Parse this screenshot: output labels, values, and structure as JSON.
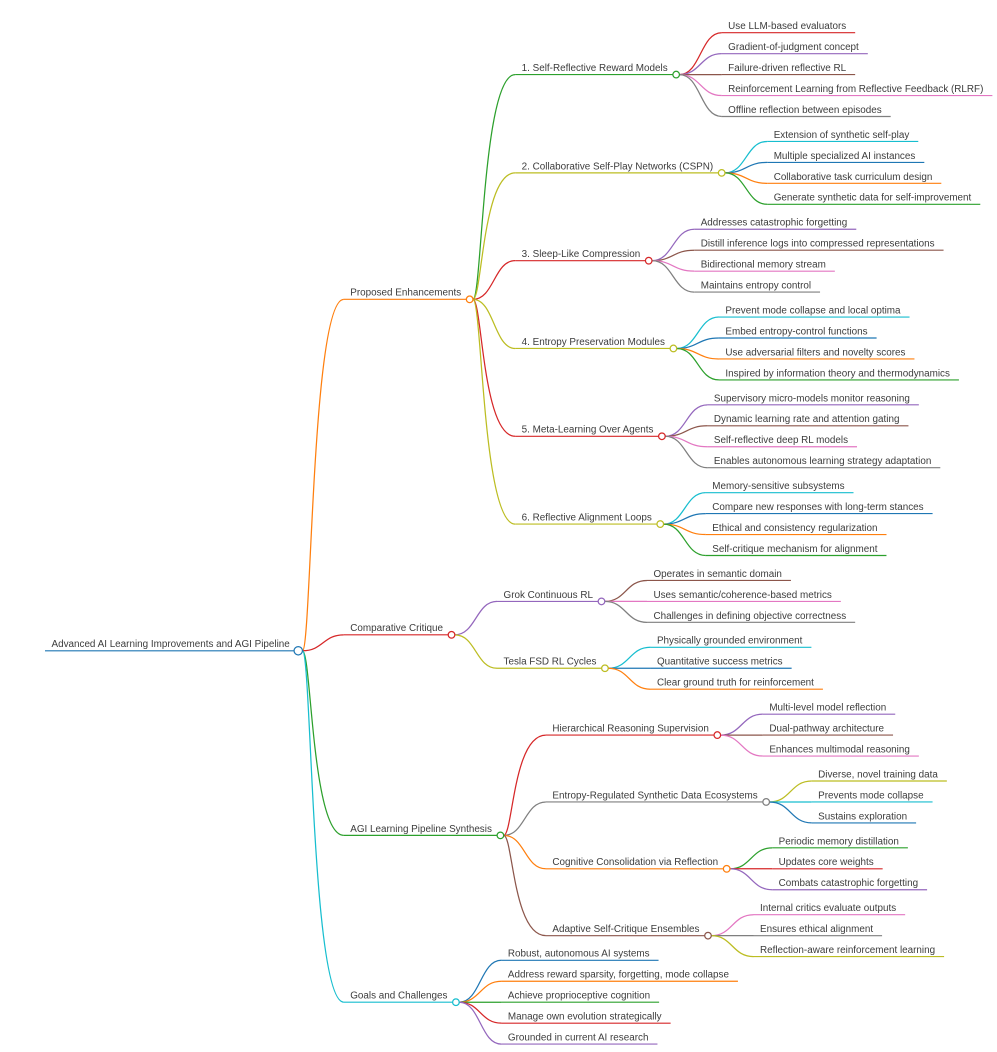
{
  "diagram": {
    "type": "mindmap",
    "background": "#ffffff",
    "text_color": "#3c3c3c",
    "tree": {
      "label": "Advanced AI Learning Improvements and AGI Pipeline",
      "color": "#1f77b4",
      "children": [
        {
          "label": "Proposed Enhancements",
          "color": "#ff7f0e",
          "children": [
            {
              "label": "1. Self-Reflective Reward Models",
              "color": "#2ca02c",
              "children": [
                {
                  "label": "Use LLM-based evaluators",
                  "color": "#d62728"
                },
                {
                  "label": "Gradient-of-judgment concept",
                  "color": "#9467bd"
                },
                {
                  "label": "Failure-driven reflective RL",
                  "color": "#8c564b"
                },
                {
                  "label": "Reinforcement Learning from Reflective Feedback (RLRF)",
                  "color": "#e377c2"
                },
                {
                  "label": "Offline reflection between episodes",
                  "color": "#7f7f7f"
                }
              ]
            },
            {
              "label": "2. Collaborative Self-Play Networks (CSPN)",
              "color": "#bcbd22",
              "children": [
                {
                  "label": "Extension of synthetic self-play",
                  "color": "#17becf"
                },
                {
                  "label": "Multiple specialized AI instances",
                  "color": "#1f77b4"
                },
                {
                  "label": "Collaborative task curriculum design",
                  "color": "#ff7f0e"
                },
                {
                  "label": "Generate synthetic data for self-improvement",
                  "color": "#2ca02c"
                }
              ]
            },
            {
              "label": "3. Sleep-Like Compression",
              "color": "#d62728",
              "children": [
                {
                  "label": "Addresses catastrophic forgetting",
                  "color": "#9467bd"
                },
                {
                  "label": "Distill inference logs into compressed representations",
                  "color": "#8c564b"
                },
                {
                  "label": "Bidirectional memory stream",
                  "color": "#e377c2"
                },
                {
                  "label": "Maintains entropy control",
                  "color": "#7f7f7f"
                }
              ]
            },
            {
              "label": "4. Entropy Preservation Modules",
              "color": "#bcbd22",
              "children": [
                {
                  "label": "Prevent mode collapse and local optima",
                  "color": "#17becf"
                },
                {
                  "label": "Embed entropy-control functions",
                  "color": "#1f77b4"
                },
                {
                  "label": "Use adversarial filters and novelty scores",
                  "color": "#ff7f0e"
                },
                {
                  "label": "Inspired by information theory and thermodynamics",
                  "color": "#2ca02c"
                }
              ]
            },
            {
              "label": "5. Meta-Learning Over Agents",
              "color": "#d62728",
              "children": [
                {
                  "label": "Supervisory micro-models monitor reasoning",
                  "color": "#9467bd"
                },
                {
                  "label": "Dynamic learning rate and attention gating",
                  "color": "#8c564b"
                },
                {
                  "label": "Self-reflective deep RL models",
                  "color": "#e377c2"
                },
                {
                  "label": "Enables autonomous learning strategy adaptation",
                  "color": "#7f7f7f"
                }
              ]
            },
            {
              "label": "6. Reflective Alignment Loops",
              "color": "#bcbd22",
              "children": [
                {
                  "label": "Memory-sensitive subsystems",
                  "color": "#17becf"
                },
                {
                  "label": "Compare new responses with long-term stances",
                  "color": "#1f77b4"
                },
                {
                  "label": "Ethical and consistency regularization",
                  "color": "#ff7f0e"
                },
                {
                  "label": "Self-critique mechanism for alignment",
                  "color": "#2ca02c"
                }
              ]
            }
          ]
        },
        {
          "label": "Comparative Critique",
          "color": "#d62728",
          "children": [
            {
              "label": "Grok Continuous RL",
              "color": "#9467bd",
              "children": [
                {
                  "label": "Operates in semantic domain",
                  "color": "#8c564b"
                },
                {
                  "label": "Uses semantic/coherence-based metrics",
                  "color": "#e377c2"
                },
                {
                  "label": "Challenges in defining objective correctness",
                  "color": "#7f7f7f"
                }
              ]
            },
            {
              "label": "Tesla FSD RL Cycles",
              "color": "#bcbd22",
              "children": [
                {
                  "label": "Physically grounded environment",
                  "color": "#17becf"
                },
                {
                  "label": "Quantitative success metrics",
                  "color": "#1f77b4"
                },
                {
                  "label": "Clear ground truth for reinforcement",
                  "color": "#ff7f0e"
                }
              ]
            }
          ]
        },
        {
          "label": "AGI Learning Pipeline Synthesis",
          "color": "#2ca02c",
          "children": [
            {
              "label": "Hierarchical Reasoning Supervision",
              "color": "#d62728",
              "children": [
                {
                  "label": "Multi-level model reflection",
                  "color": "#9467bd"
                },
                {
                  "label": "Dual-pathway architecture",
                  "color": "#8c564b"
                },
                {
                  "label": "Enhances multimodal reasoning",
                  "color": "#e377c2"
                }
              ]
            },
            {
              "label": "Entropy-Regulated Synthetic Data Ecosystems",
              "color": "#7f7f7f",
              "children": [
                {
                  "label": "Diverse, novel training data",
                  "color": "#bcbd22"
                },
                {
                  "label": "Prevents mode collapse",
                  "color": "#17becf"
                },
                {
                  "label": "Sustains exploration",
                  "color": "#1f77b4"
                }
              ]
            },
            {
              "label": "Cognitive Consolidation via Reflection",
              "color": "#ff7f0e",
              "children": [
                {
                  "label": "Periodic memory distillation",
                  "color": "#2ca02c"
                },
                {
                  "label": "Updates core weights",
                  "color": "#d62728"
                },
                {
                  "label": "Combats catastrophic forgetting",
                  "color": "#9467bd"
                }
              ]
            },
            {
              "label": "Adaptive Self-Critique Ensembles",
              "color": "#8c564b",
              "children": [
                {
                  "label": "Internal critics evaluate outputs",
                  "color": "#e377c2"
                },
                {
                  "label": "Ensures ethical alignment",
                  "color": "#7f7f7f"
                },
                {
                  "label": "Reflection-aware reinforcement learning",
                  "color": "#bcbd22"
                }
              ]
            }
          ]
        },
        {
          "label": "Goals and Challenges",
          "color": "#17becf",
          "children": [
            {
              "label": "Robust, autonomous AI systems",
              "color": "#1f77b4"
            },
            {
              "label": "Address reward sparsity, forgetting, mode collapse",
              "color": "#ff7f0e"
            },
            {
              "label": "Achieve proprioceptive cognition",
              "color": "#2ca02c"
            },
            {
              "label": "Manage own evolution strategically",
              "color": "#d62728"
            },
            {
              "label": "Grounded in current AI research",
              "color": "#9467bd"
            }
          ]
        }
      ]
    }
  }
}
